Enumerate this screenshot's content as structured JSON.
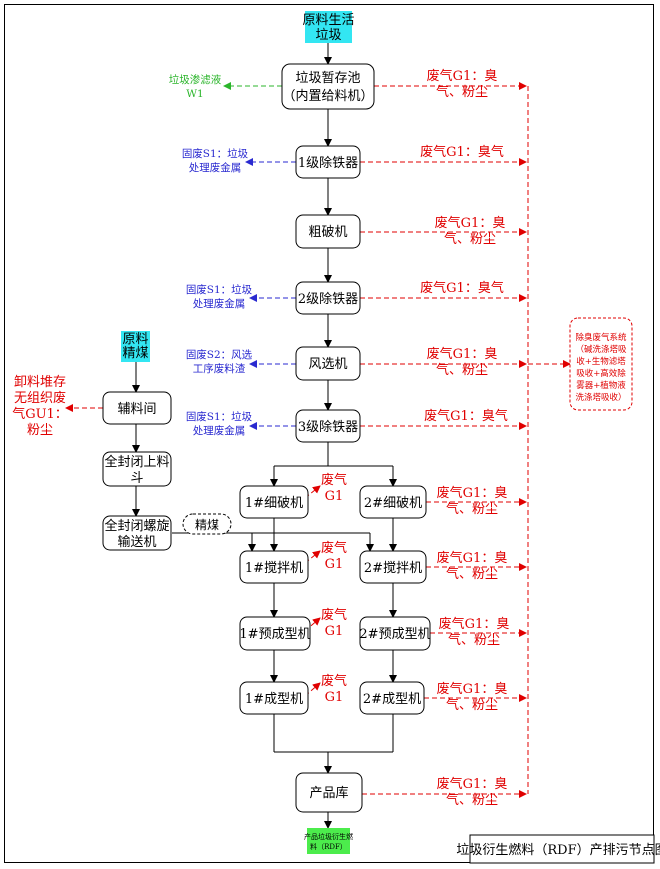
{
  "colors": {
    "red": "#e00000",
    "blue": "#2a2ad0",
    "green": "#2bb52b",
    "cyan": "#33e6f2",
    "lime": "#4cec4c"
  },
  "top_input": [
    "原料生活",
    "垃圾"
  ],
  "nodes": {
    "storage": [
      "垃圾暂存池",
      "（内置给料机）"
    ],
    "fe1": "1级除铁器",
    "coarse": "粗破机",
    "fe2": "2级除铁器",
    "air": "风选机",
    "fe3": "3级除铁器",
    "fine1": "1#细破机",
    "fine2": "2#细破机",
    "mix1": "1#搅拌机",
    "mix2": "2#搅拌机",
    "pre1": "1#预成型机",
    "pre2": "2#预成型机",
    "form1": "1#成型机",
    "form2": "2#成型机",
    "product": "产品库",
    "aux_input": [
      "原料",
      "精煤"
    ],
    "aux_room": "辅料间",
    "hopper": [
      "全封闭上料",
      "斗"
    ],
    "screw": [
      "全封闭螺旋",
      "输送机"
    ],
    "coal": "精煤",
    "output": [
      "产品垃圾衍生燃",
      "料（RDF）"
    ]
  },
  "left_labels": {
    "leachate": [
      "垃圾渗滤液",
      "W1"
    ],
    "s1a": [
      "固废S1：垃圾",
      "处理废金属"
    ],
    "s1b": [
      "固废S1：垃圾",
      "处理废金属"
    ],
    "s2": [
      "固废S2：风选",
      "工序废料渣"
    ],
    "s1c": [
      "固废S1：垃圾",
      "处理废金属"
    ],
    "gu1": [
      "卸料堆存",
      "无组织废",
      "气GU1：",
      "粉尘"
    ]
  },
  "gas": {
    "g_storage": [
      "废气G1：臭",
      "气、粉尘"
    ],
    "g_fe1": "废气G1：臭气",
    "g_coarse": [
      "废气G1：臭",
      "气、粉尘"
    ],
    "g_fe2": "废气G1：臭气",
    "g_air": [
      "废气G1：臭",
      "气、粉尘"
    ],
    "g_fe3": "废气G1：臭气",
    "g_fine2": [
      "废气G1：臭",
      "气、粉尘"
    ],
    "g_mix2": [
      "废气G1：臭",
      "气、粉尘"
    ],
    "g_pre2": [
      "废气G1：臭",
      "气、粉尘"
    ],
    "g_form2": [
      "废气G1：臭",
      "气、粉尘"
    ],
    "g_product": [
      "废气G1：臭",
      "气、粉尘"
    ],
    "g_small": [
      "废气",
      "G1"
    ]
  },
  "system": [
    "除臭废气系统",
    "（碱洗涤塔吸",
    "收+生物滤塔",
    "吸收+高效除",
    "雾器+植物液",
    "洗涤塔吸收）"
  ],
  "caption": "垃圾衍生燃料（RDF）产排污节点图"
}
